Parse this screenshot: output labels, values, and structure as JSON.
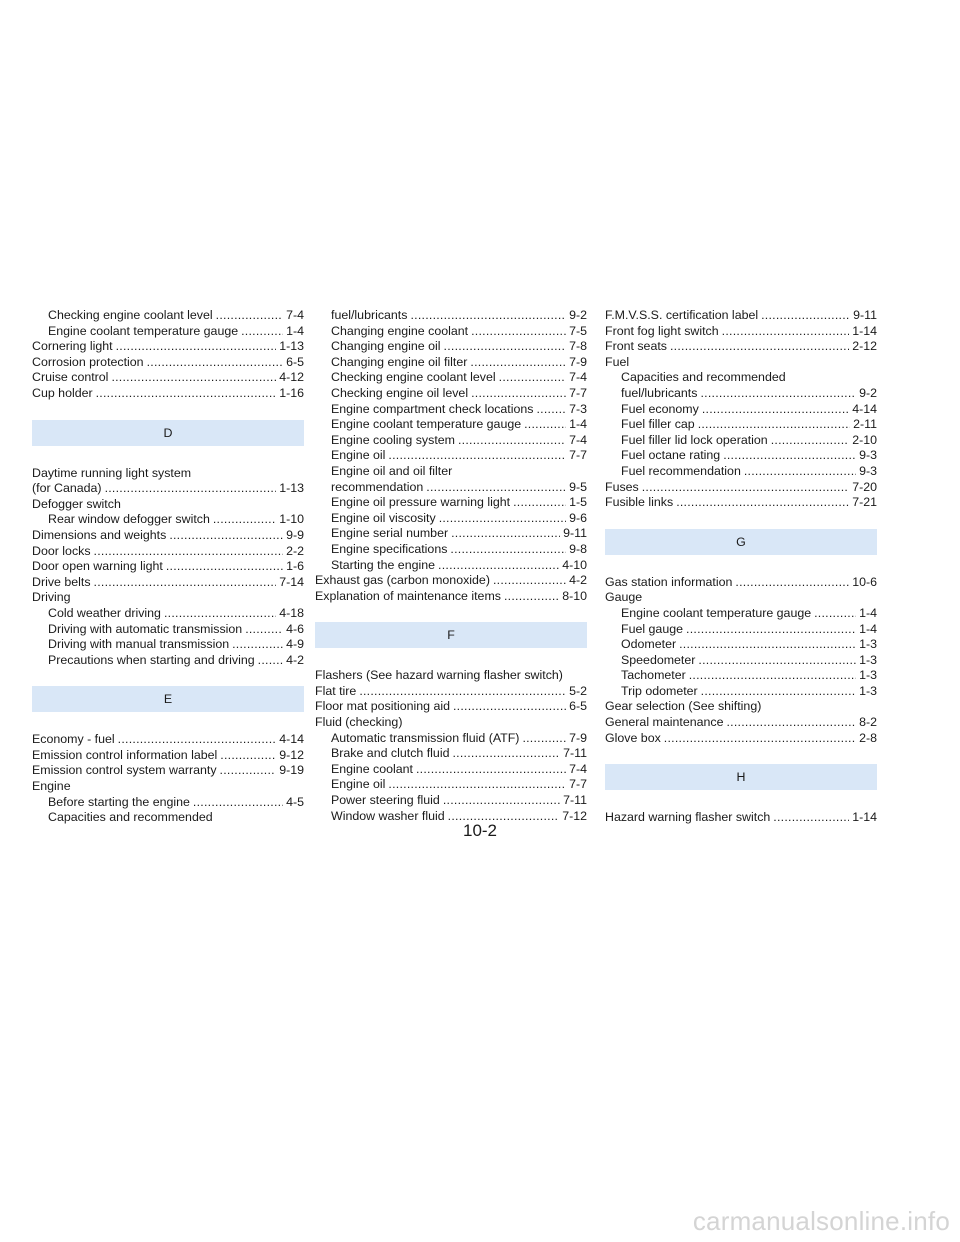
{
  "page_number": "10-2",
  "watermark": "carmanualsonline.info",
  "columns": [
    [
      {
        "label": "Checking engine coolant level",
        "page": "7-4",
        "indent": true
      },
      {
        "label": "Engine coolant temperature gauge",
        "page": "1-4",
        "indent": true
      },
      {
        "label": "Cornering light",
        "page": "1-13"
      },
      {
        "label": "Corrosion protection",
        "page": "6-5"
      },
      {
        "label": "Cruise control",
        "page": "4-12"
      },
      {
        "label": "Cup holder",
        "page": "1-16"
      },
      {
        "heading": "D"
      },
      {
        "text": "Daytime running light system"
      },
      {
        "label": "(for Canada)",
        "page": "1-13"
      },
      {
        "text": "Defogger switch"
      },
      {
        "label": "Rear window defogger switch",
        "page": "1-10",
        "indent": true
      },
      {
        "label": "Dimensions and weights",
        "page": "9-9"
      },
      {
        "label": "Door locks",
        "page": "2-2"
      },
      {
        "label": "Door open warning light",
        "page": "1-6"
      },
      {
        "label": "Drive belts",
        "page": "7-14"
      },
      {
        "text": "Driving"
      },
      {
        "label": "Cold weather driving",
        "page": "4-18",
        "indent": true
      },
      {
        "label": "Driving with automatic transmission",
        "page": "4-6",
        "indent": true
      },
      {
        "label": "Driving with manual transmission",
        "page": "4-9",
        "indent": true
      },
      {
        "label": "Precautions when starting and driving",
        "page": "4-2",
        "indent": true
      },
      {
        "heading": "E"
      },
      {
        "label": "Economy - fuel",
        "page": "4-14"
      },
      {
        "label": "Emission control information label",
        "page": "9-12"
      },
      {
        "label": "Emission control system warranty",
        "page": "9-19"
      },
      {
        "text": "Engine"
      },
      {
        "label": "Before starting the engine",
        "page": "4-5",
        "indent": true
      },
      {
        "text": "Capacities and recommended",
        "indent": true
      }
    ],
    [
      {
        "label": "fuel/lubricants",
        "page": "9-2",
        "indent": true
      },
      {
        "label": "Changing engine coolant",
        "page": "7-5",
        "indent": true
      },
      {
        "label": "Changing engine oil",
        "page": "7-8",
        "indent": true
      },
      {
        "label": "Changing engine oil filter",
        "page": "7-9",
        "indent": true
      },
      {
        "label": "Checking engine coolant level",
        "page": "7-4",
        "indent": true
      },
      {
        "label": "Checking engine oil level",
        "page": "7-7",
        "indent": true
      },
      {
        "label": "Engine compartment check locations",
        "page": "7-3",
        "indent": true
      },
      {
        "label": "Engine coolant temperature gauge",
        "page": "1-4",
        "indent": true
      },
      {
        "label": "Engine cooling system",
        "page": "7-4",
        "indent": true
      },
      {
        "label": "Engine oil",
        "page": "7-7",
        "indent": true
      },
      {
        "text": "Engine oil and oil filter",
        "indent": true
      },
      {
        "label": "recommendation",
        "page": "9-5",
        "indent": true
      },
      {
        "label": "Engine oil pressure warning light",
        "page": "1-5",
        "indent": true
      },
      {
        "label": "Engine oil viscosity",
        "page": "9-6",
        "indent": true
      },
      {
        "label": "Engine serial number",
        "page": "9-11",
        "indent": true
      },
      {
        "label": "Engine specifications",
        "page": "9-8",
        "indent": true
      },
      {
        "label": "Starting the engine",
        "page": "4-10",
        "indent": true
      },
      {
        "label": "Exhaust gas (carbon monoxide)",
        "page": "4-2"
      },
      {
        "label": "Explanation of maintenance items",
        "page": "8-10"
      },
      {
        "heading": "F"
      },
      {
        "text": "Flashers (See hazard warning flasher switch)"
      },
      {
        "label": "Flat tire",
        "page": "5-2"
      },
      {
        "label": "Floor mat positioning aid",
        "page": "6-5"
      },
      {
        "text": "Fluid (checking)"
      },
      {
        "label": "Automatic transmission fluid (ATF)",
        "page": "7-9",
        "indent": true
      },
      {
        "label": "Brake and clutch fluid",
        "page": "7-11",
        "indent": true
      },
      {
        "label": "Engine coolant",
        "page": "7-4",
        "indent": true
      },
      {
        "label": "Engine oil",
        "page": "7-7",
        "indent": true
      },
      {
        "label": "Power steering fluid",
        "page": "7-11",
        "indent": true
      },
      {
        "label": "Window washer fluid",
        "page": "7-12",
        "indent": true
      }
    ],
    [
      {
        "label": "F.M.V.S.S. certification label",
        "page": "9-11"
      },
      {
        "label": "Front fog light switch",
        "page": "1-14"
      },
      {
        "label": "Front seats",
        "page": "2-12"
      },
      {
        "text": "Fuel"
      },
      {
        "text": "Capacities and recommended",
        "indent": true
      },
      {
        "label": "fuel/lubricants",
        "page": "9-2",
        "indent": true
      },
      {
        "label": "Fuel economy",
        "page": "4-14",
        "indent": true
      },
      {
        "label": "Fuel filler cap",
        "page": "2-11",
        "indent": true
      },
      {
        "label": "Fuel filler lid lock operation",
        "page": "2-10",
        "indent": true
      },
      {
        "label": "Fuel octane rating",
        "page": "9-3",
        "indent": true
      },
      {
        "label": "Fuel recommendation",
        "page": "9-3",
        "indent": true
      },
      {
        "label": "Fuses",
        "page": "7-20"
      },
      {
        "label": "Fusible links",
        "page": "7-21"
      },
      {
        "heading": "G"
      },
      {
        "label": "Gas station information",
        "page": "10-6"
      },
      {
        "text": "Gauge"
      },
      {
        "label": "Engine coolant temperature gauge",
        "page": "1-4",
        "indent": true
      },
      {
        "label": "Fuel gauge",
        "page": "1-4",
        "indent": true
      },
      {
        "label": "Odometer",
        "page": "1-3",
        "indent": true
      },
      {
        "label": "Speedometer",
        "page": "1-3",
        "indent": true
      },
      {
        "label": "Tachometer",
        "page": "1-3",
        "indent": true
      },
      {
        "label": "Trip odometer",
        "page": "1-3",
        "indent": true
      },
      {
        "text": "Gear selection (See shifting)"
      },
      {
        "label": "General maintenance",
        "page": "8-2"
      },
      {
        "label": "Glove box",
        "page": "2-8"
      },
      {
        "heading": "H"
      },
      {
        "label": "Hazard warning flasher switch",
        "page": "1-14"
      }
    ]
  ]
}
